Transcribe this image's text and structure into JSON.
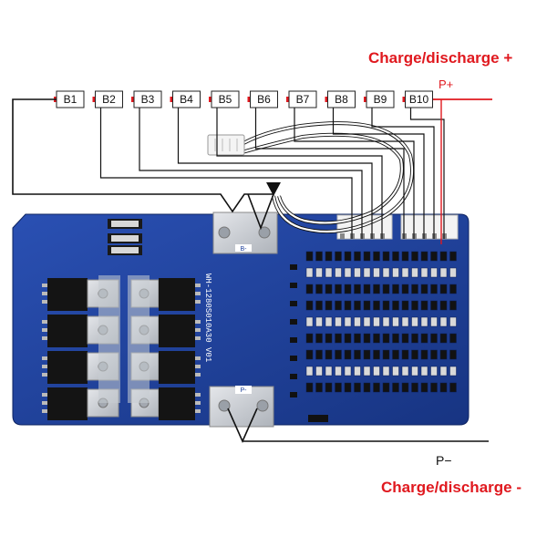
{
  "labels": {
    "charge_plus": "Charge/discharge +",
    "charge_minus": "Charge/discharge -",
    "p_plus": "P+",
    "p_minus": "P−"
  },
  "cells": [
    "B1",
    "B2",
    "B3",
    "B4",
    "B5",
    "B6",
    "B7",
    "B8",
    "B9",
    "B10"
  ],
  "board": {
    "silkscreen": "WH-1280S010A30 V01",
    "pad_marks": [
      "B-",
      "P-"
    ]
  },
  "colors": {
    "accent_red": "#e0191f",
    "pcb_blue": "#1d3f9a",
    "wire_black": "#111111",
    "pad_silver": "#c9cdd3"
  }
}
